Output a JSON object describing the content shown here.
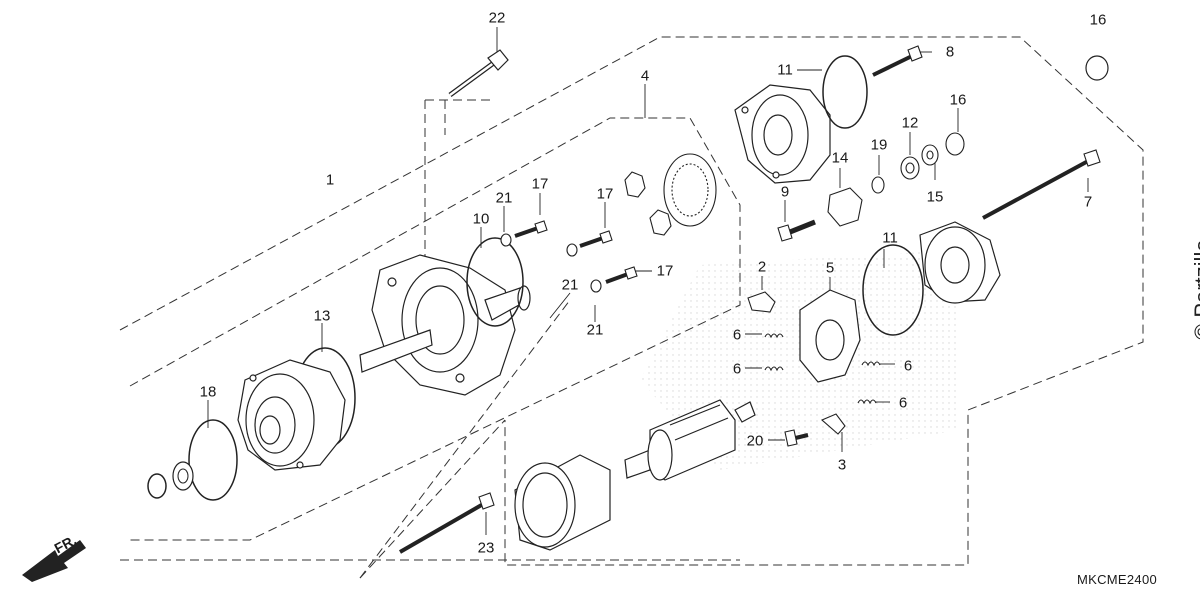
{
  "diagram": {
    "code": "MKCME2400",
    "watermark": "© Partzilla",
    "direction_label": "FR.",
    "callouts": [
      {
        "id": "c1",
        "text": "1"
      },
      {
        "id": "c2",
        "text": "2"
      },
      {
        "id": "c3",
        "text": "3"
      },
      {
        "id": "c4",
        "text": "4"
      },
      {
        "id": "c5",
        "text": "5"
      },
      {
        "id": "c6a",
        "text": "6"
      },
      {
        "id": "c6b",
        "text": "6"
      },
      {
        "id": "c6c",
        "text": "6"
      },
      {
        "id": "c6d",
        "text": "6"
      },
      {
        "id": "c7",
        "text": "7"
      },
      {
        "id": "c8",
        "text": "8"
      },
      {
        "id": "c9",
        "text": "9"
      },
      {
        "id": "c10",
        "text": "10"
      },
      {
        "id": "c11a",
        "text": "11"
      },
      {
        "id": "c11b",
        "text": "11"
      },
      {
        "id": "c12",
        "text": "12"
      },
      {
        "id": "c13",
        "text": "13"
      },
      {
        "id": "c14",
        "text": "14"
      },
      {
        "id": "c15",
        "text": "15"
      },
      {
        "id": "c16a",
        "text": "16"
      },
      {
        "id": "c16b",
        "text": "16"
      },
      {
        "id": "c17a",
        "text": "17"
      },
      {
        "id": "c17b",
        "text": "17"
      },
      {
        "id": "c17c",
        "text": "17"
      },
      {
        "id": "c18",
        "text": "18"
      },
      {
        "id": "c19",
        "text": "19"
      },
      {
        "id": "c20",
        "text": "20"
      },
      {
        "id": "c21a",
        "text": "21"
      },
      {
        "id": "c21b",
        "text": "21"
      },
      {
        "id": "c21c",
        "text": "21"
      },
      {
        "id": "c22",
        "text": "22"
      },
      {
        "id": "c23",
        "text": "23"
      }
    ]
  }
}
